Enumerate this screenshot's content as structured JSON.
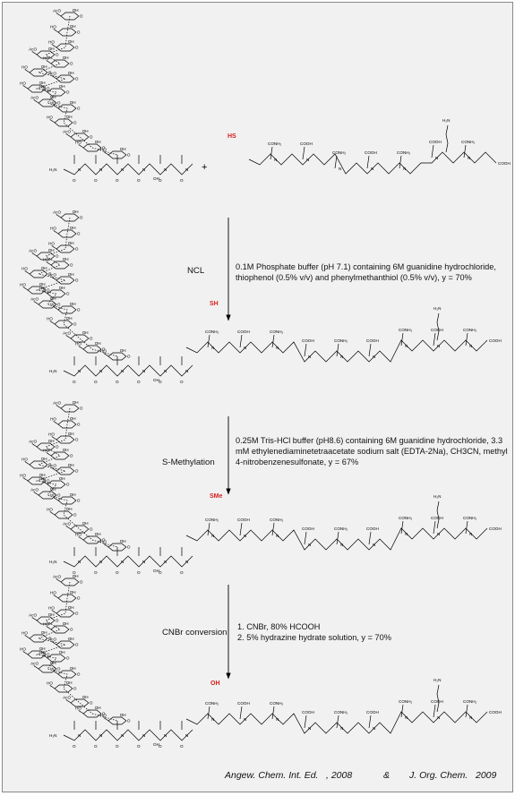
{
  "reactants": {
    "plus": "+",
    "thiol_label": "HS"
  },
  "steps": [
    {
      "label": "NCL",
      "conditions": [
        "0.1M Phosphate buffer (pH 7.1) containing 6M guanidine hydrochloride,",
        "thiophenol (0.5% v/v) and phenylmethanthiol (0.5% v/v), y = 70%"
      ],
      "highlight": "SH"
    },
    {
      "label": "S-Methylation",
      "conditions": [
        "0.25M Tris-HCl buffer (pH8.6) containing 6M guanidine hydrochloride,  3.3",
        "mM ethylenediaminetetraacetate sodium salt (EDTA-2Na), CH3CN, methyl",
        "4-nitrobenzenesulfonate, y = 67%"
      ],
      "highlight": "SMe"
    },
    {
      "label": "CNBr conversion",
      "conditions": [
        "1. CNBr, 80% HCOOH",
        "2. 5% hydrazine hydrate solution, y = 70%"
      ],
      "highlight": "OH"
    }
  ],
  "atom_labels": {
    "ho": "HO",
    "oh": "OH",
    "aco": "AcO",
    "nh2": "NH₂",
    "h2n": "H₂N",
    "conh2": "CONH₂",
    "cooh": "COOH",
    "o": "O",
    "n": "N",
    "h": "H",
    "s": "S"
  },
  "citation": {
    "journal1": "Angew. Chem. Int. Ed.",
    "year1": ", 2008",
    "amp": "&",
    "journal2": "J. Org. Chem.",
    "year2": " 2009"
  },
  "colors": {
    "highlight": "#d62020",
    "background": "#f1f1f1",
    "border": "#888888"
  }
}
